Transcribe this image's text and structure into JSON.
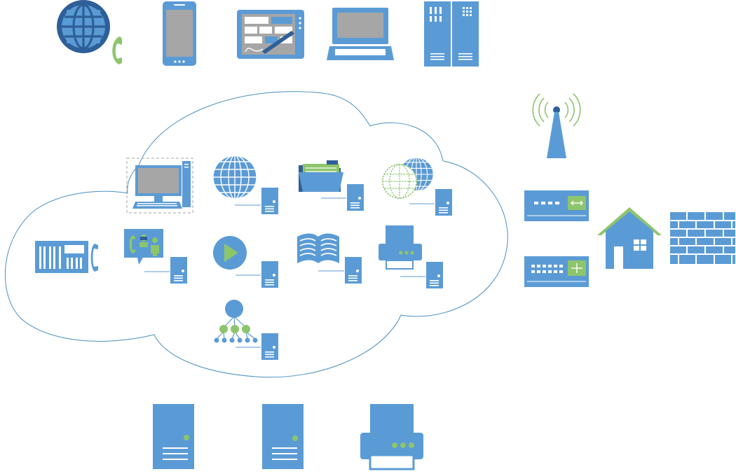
{
  "colors": {
    "primary": "#5b9bd5",
    "dark": "#2e5f99",
    "accent": "#8dc56c",
    "stroke_light": "#ffffff",
    "cloud_stroke": "#4a90c2",
    "screen_gray": "#a6a6a6"
  },
  "diagram": {
    "nodes": [
      {
        "id": "internet-phone",
        "icon": "globe-phone-icon"
      },
      {
        "id": "smartphone",
        "icon": "smartphone-icon"
      },
      {
        "id": "tablet",
        "icon": "tablet-pen-icon"
      },
      {
        "id": "laptop",
        "icon": "laptop-icon"
      },
      {
        "id": "server-rack",
        "icon": "server-rack-icon"
      },
      {
        "id": "wireless-tower",
        "icon": "wireless-tower-icon"
      },
      {
        "id": "hub",
        "icon": "network-hub-icon"
      },
      {
        "id": "switch",
        "icon": "network-switch-icon"
      },
      {
        "id": "home",
        "icon": "home-icon"
      },
      {
        "id": "firewall",
        "icon": "firewall-icon"
      },
      {
        "id": "pbx",
        "icon": "pbx-phone-icon"
      },
      {
        "id": "desktop-server",
        "icon": "desktop-computer-icon"
      },
      {
        "id": "web-server",
        "icon": "web-globe-icon"
      },
      {
        "id": "file-server",
        "icon": "folder-icon"
      },
      {
        "id": "proxy-server",
        "icon": "double-globe-icon"
      },
      {
        "id": "comm-server",
        "icon": "video-call-icon"
      },
      {
        "id": "media-server",
        "icon": "play-icon"
      },
      {
        "id": "book-server",
        "icon": "open-book-icon"
      },
      {
        "id": "print-server",
        "icon": "printer-icon"
      },
      {
        "id": "directory-server",
        "icon": "hierarchy-icon"
      },
      {
        "id": "tower-server-1",
        "icon": "tower-server-icon"
      },
      {
        "id": "tower-server-2",
        "icon": "tower-server-icon"
      },
      {
        "id": "printer-large",
        "icon": "printer-icon"
      }
    ]
  }
}
